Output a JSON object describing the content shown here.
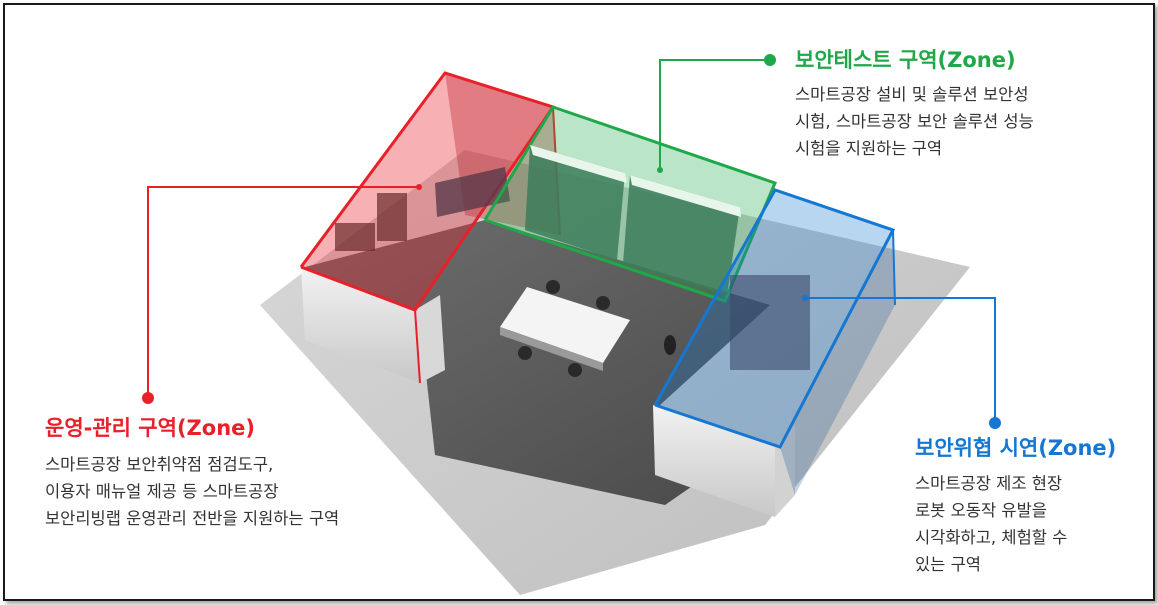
{
  "colors": {
    "operation": "#e8202a",
    "test": "#1fa84a",
    "threat": "#1677d2"
  },
  "zones": {
    "test": {
      "title": "보안테스트 구역(Zone)",
      "description": "스마트공장 설비 및 솔루션 보안성\n시험, 스마트공장 보안 솔루션 성능\n시험을 지원하는 구역"
    },
    "operation": {
      "title": "운영-관리 구역(Zone)",
      "description": "스마트공장 보안취약점 점검도구,\n이용자 매뉴얼 제공 등 스마트공장\n보안리빙랩 운영관리 전반을 지원하는 구역"
    },
    "threat": {
      "title": "보안위협 시연(Zone)",
      "description": "스마트공장 제조 현장\n로봇 오동작 유발을\n시각화하고, 체험할 수\n있는 구역"
    }
  }
}
